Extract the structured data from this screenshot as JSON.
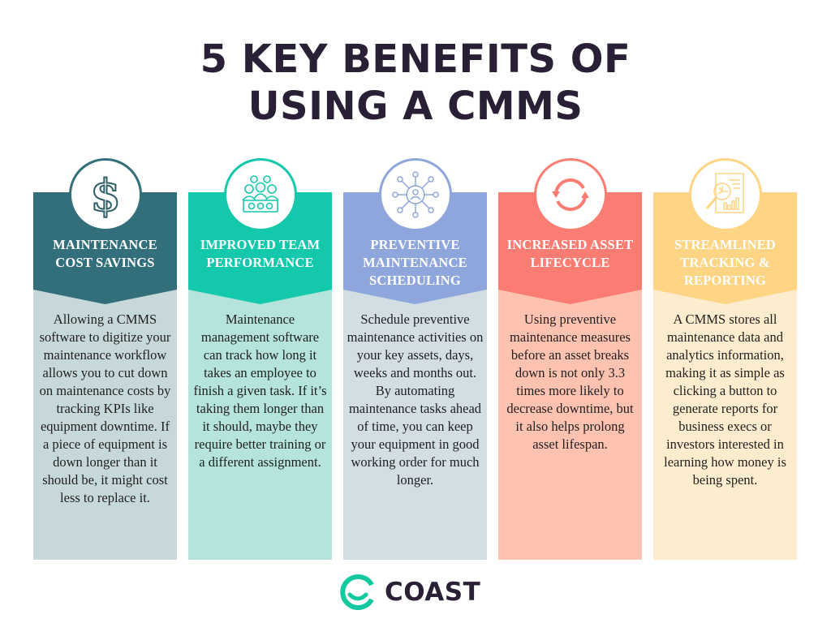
{
  "title": {
    "line1": "5 KEY BENEFITS OF",
    "line2": "USING A CMMS"
  },
  "benefits": [
    {
      "icon": "dollar-sign-icon",
      "title": "MAINTENANCE COST SAVINGS",
      "text": "Allowing a CMMS software to digitize your maintenance workflow allows you to cut down on maintenance costs by tracking KPIs like equipment downtime. If a piece of equipment is down longer than it should be, it might cost less to replace it.",
      "header_color": "#336f7b",
      "body_color": "#c7d8db"
    },
    {
      "icon": "team-icon",
      "title": "IMPROVED TEAM PERFORMANCE",
      "text": "Maintenance management software can track how long it takes an employee to finish a given task. If it’s taking them longer than it should, maybe they require better training or a different assignment.",
      "header_color": "#14c9ab",
      "body_color": "#b5e4dc"
    },
    {
      "icon": "network-person-icon",
      "title": "PREVENTIVE MAINTENANCE SCHEDULING",
      "text": "Schedule preventive maintenance activities on your key assets, days, weeks and months out. By automating maintenance tasks ahead of time, you can keep your equipment in good working order for much longer.",
      "header_color": "#8ea6dc",
      "body_color": "#d2dee4"
    },
    {
      "icon": "cycle-arrows-icon",
      "title": "INCREASED ASSET LIFECYCLE",
      "text": "Using preventive maintenance measures before an asset breaks down is not only 3.3 times more likely to decrease downtime, but it also helps prolong asset lifespan.",
      "header_color": "#fb7c72",
      "body_color": "#fec2b1"
    },
    {
      "icon": "report-magnifier-icon",
      "title": "STREAMLINED TRACKING & REPORTING",
      "text": "A CMMS stores all maintenance data and analytics information, making it as simple as clicking a button to generate reports for business execs or investors interested in learning how money is being spent.",
      "header_color": "#fdd585",
      "body_color": "#feecce"
    }
  ],
  "logo": {
    "text": "COAST",
    "icon": "coast-logo-icon",
    "accent": "#14c9a0"
  }
}
